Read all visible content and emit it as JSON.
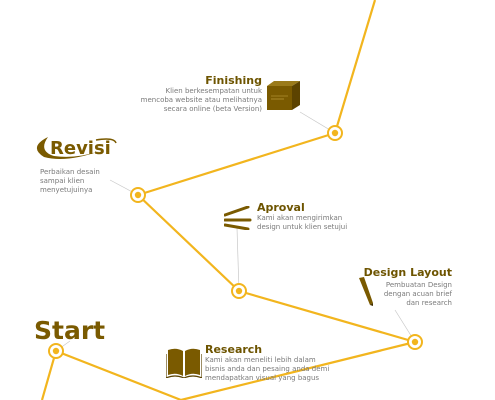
{
  "accent_color": "#f2b51e",
  "brand_color": "#7a5a00",
  "stages": {
    "start": {
      "title": "Start"
    },
    "research": {
      "title": "Research",
      "description": [
        "Kami akan meneliti lebih dalam",
        "bisnis anda dan pesaing anda demi",
        "mendapatkan visual yang bagus"
      ],
      "icon": "open-book-icon"
    },
    "design_layout": {
      "title": "Design Layout",
      "description": [
        "Pembuatan Design",
        "dengan acuan brief",
        "dan research"
      ],
      "icon": "pencil-icon"
    },
    "aproval": {
      "title": "Aproval",
      "description": [
        "Kami akan mengirimkan",
        "design untuk klien setujui"
      ],
      "icon": "send-lines-icon"
    },
    "revisi": {
      "title": "Revisi",
      "description": [
        "Perbaikan desain",
        "sampai klien",
        "menyetujuinya"
      ],
      "icon": "swoosh-icon"
    },
    "finishing": {
      "title": "Finishing",
      "description": [
        "Klien berkesempatan untuk",
        "mencoba website atau melihatnya",
        "secara online (beta Version)"
      ],
      "icon": "box-icon"
    }
  }
}
